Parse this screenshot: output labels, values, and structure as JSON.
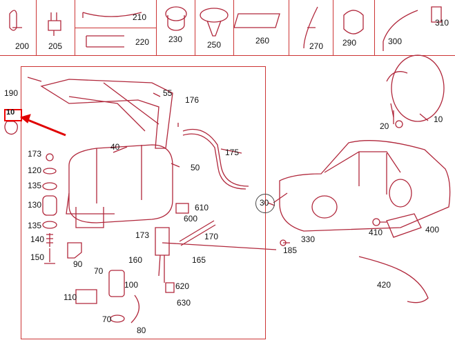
{
  "diagram": {
    "thumbnail_labels": [
      "200",
      "205",
      "210",
      "220",
      "230",
      "250",
      "260",
      "270",
      "290",
      "300",
      "310"
    ],
    "frame_labels": [
      "190",
      "55",
      "176",
      "175",
      "50",
      "40",
      "173",
      "120",
      "135",
      "130",
      "135",
      "140",
      "150",
      "90",
      "70",
      "110",
      "100",
      "70",
      "80",
      "610",
      "600",
      "173",
      "160",
      "170",
      "165",
      "620",
      "630"
    ],
    "right_labels": [
      "20",
      "10",
      "30",
      "330",
      "185",
      "410",
      "400",
      "420"
    ],
    "highlighted_label": "10",
    "colors": {
      "line": "#b0263a",
      "text": "#111111",
      "highlight": "#e00000"
    }
  }
}
